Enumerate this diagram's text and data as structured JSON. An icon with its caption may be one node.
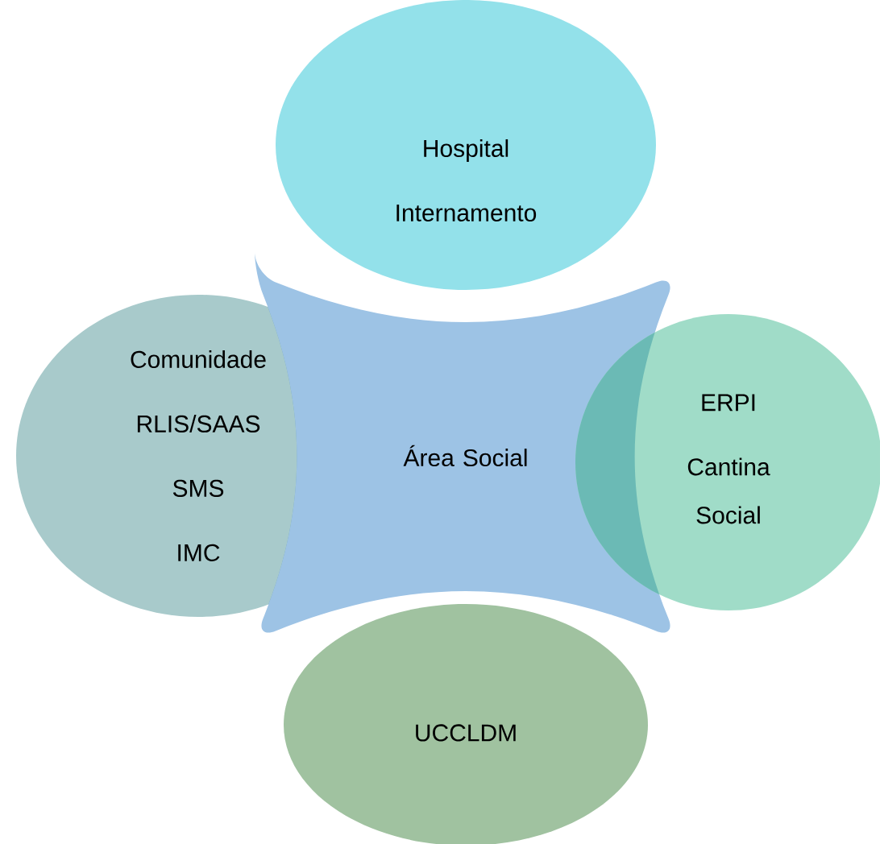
{
  "diagram": {
    "nodes": [
      {
        "text": [
          "Hospital",
          "Internamento"
        ]
      },
      {
        "text": [
          "Comunidade",
          "RLIS/SAAS",
          "SMS",
          "IMC"
        ]
      },
      {
        "text": [
          "Área Social"
        ]
      },
      {
        "text": [
          "ERPI",
          "Cantina Social"
        ]
      },
      {
        "text": [
          "UCCLDM"
        ]
      }
    ]
  }
}
